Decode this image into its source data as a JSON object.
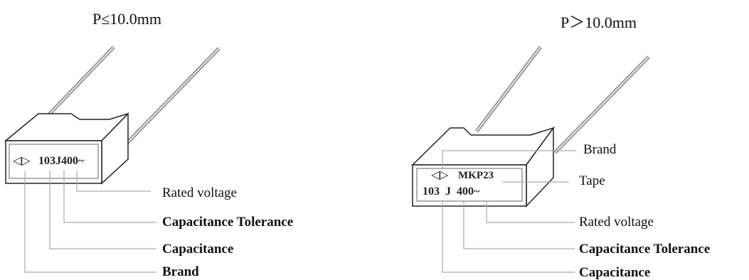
{
  "left_diagram": {
    "caption": "P≤10.0mm",
    "marking": {
      "logo": "◁▷",
      "text": "103J400~"
    },
    "labels": {
      "rated_voltage": "Rated voltage",
      "capacitance_tolerance": "Capacitance Tolerance",
      "capacitance": "Capacitance",
      "brand": "Brand"
    }
  },
  "right_diagram": {
    "caption": "P＞10.0mm",
    "marking": {
      "logo": "◁▷",
      "line1": "MKP23",
      "line2": "103  J  400~"
    },
    "labels": {
      "brand": "Brand",
      "tape": "Tape",
      "rated_voltage": "Rated voltage",
      "capacitance_tolerance": "Capacitance Tolerance",
      "capacitance": "Capacitance"
    }
  }
}
